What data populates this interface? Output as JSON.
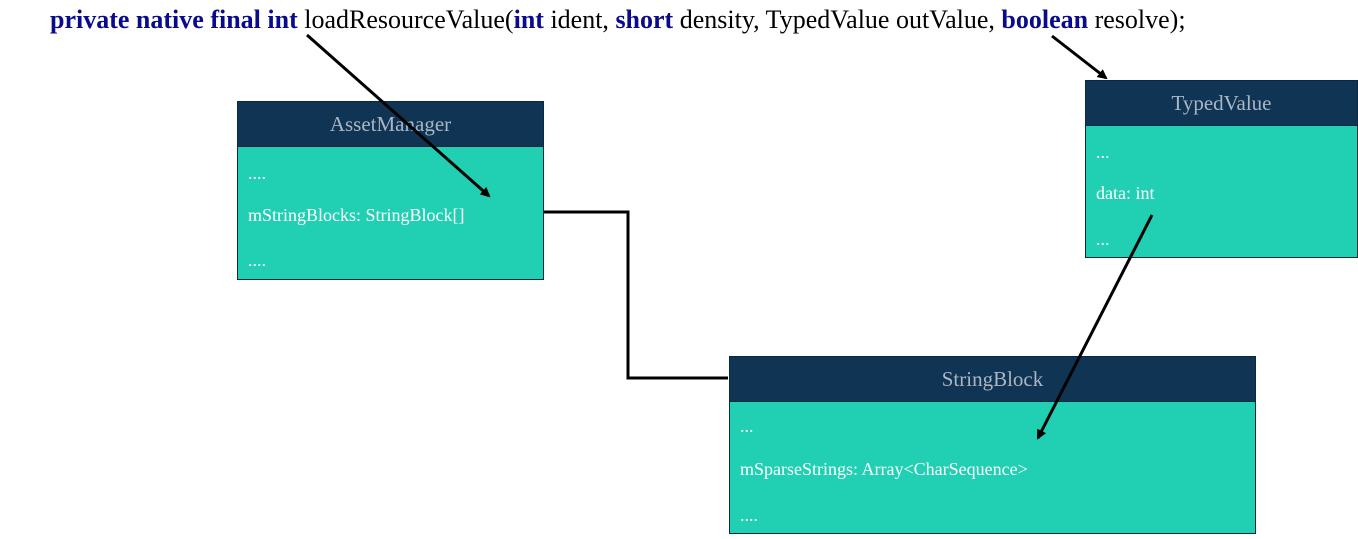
{
  "signature": {
    "mod1": "private",
    "mod2": "native",
    "mod3": "final",
    "ret": "int",
    "name": "loadResourceValue(",
    "p1_type": "int",
    "p1_rest": " ident, ",
    "p2_type": "short",
    "p2_rest": " density, TypedValue outValue, ",
    "p3_type": "boolean",
    "p3_rest": " resolve);"
  },
  "boxes": {
    "asset_manager": {
      "title": "AssetManager",
      "rows": [
        "....",
        "mStringBlocks: StringBlock[]",
        "...."
      ]
    },
    "typed_value": {
      "title": "TypedValue",
      "rows": [
        "...",
        "data: int",
        "..."
      ]
    },
    "string_block": {
      "title": "StringBlock",
      "rows": [
        "...",
        "mSparseStrings: Array<CharSequence>",
        "...."
      ]
    }
  },
  "colors": {
    "keyword": "#0a0a8c",
    "box_body": "#21cfb3",
    "box_header": "#103454",
    "header_text": "#a9b6c4",
    "row_text": "#ffffff",
    "connector": "#000000"
  }
}
